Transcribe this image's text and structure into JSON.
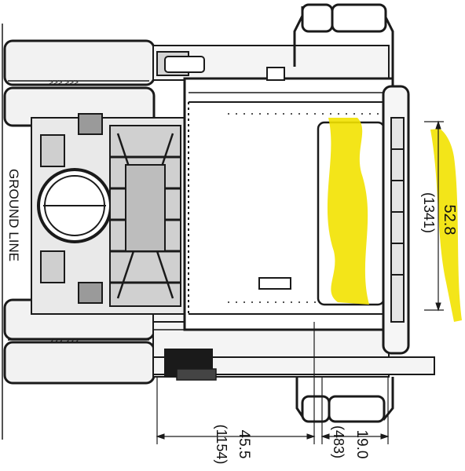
{
  "labels": {
    "ground_line": "GROUND LINE",
    "height_in": "52.8",
    "height_mm": "(1341)",
    "bottom_in": "45.5",
    "bottom_mm": "(1154)",
    "tank_in": "19.0",
    "tank_mm": "(483)"
  },
  "colors": {
    "line": "#1a1a1a",
    "highlight": "#f2e200",
    "tire": "#f2f2f2",
    "background": "#ffffff"
  }
}
